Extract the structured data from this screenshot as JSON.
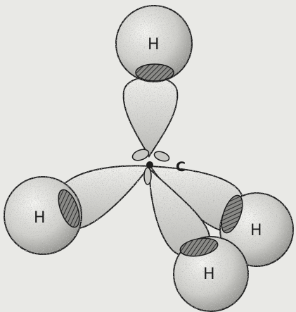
{
  "diagram": {
    "carbon_label": "C",
    "hydrogen_labels": [
      "H",
      "H",
      "H",
      "H"
    ]
  },
  "colors": {
    "background": "#e9e9e6",
    "ink": "#1c1c1c",
    "orbital_fill": "#d4d4d0",
    "overlap_fill": "#7a7a77"
  }
}
